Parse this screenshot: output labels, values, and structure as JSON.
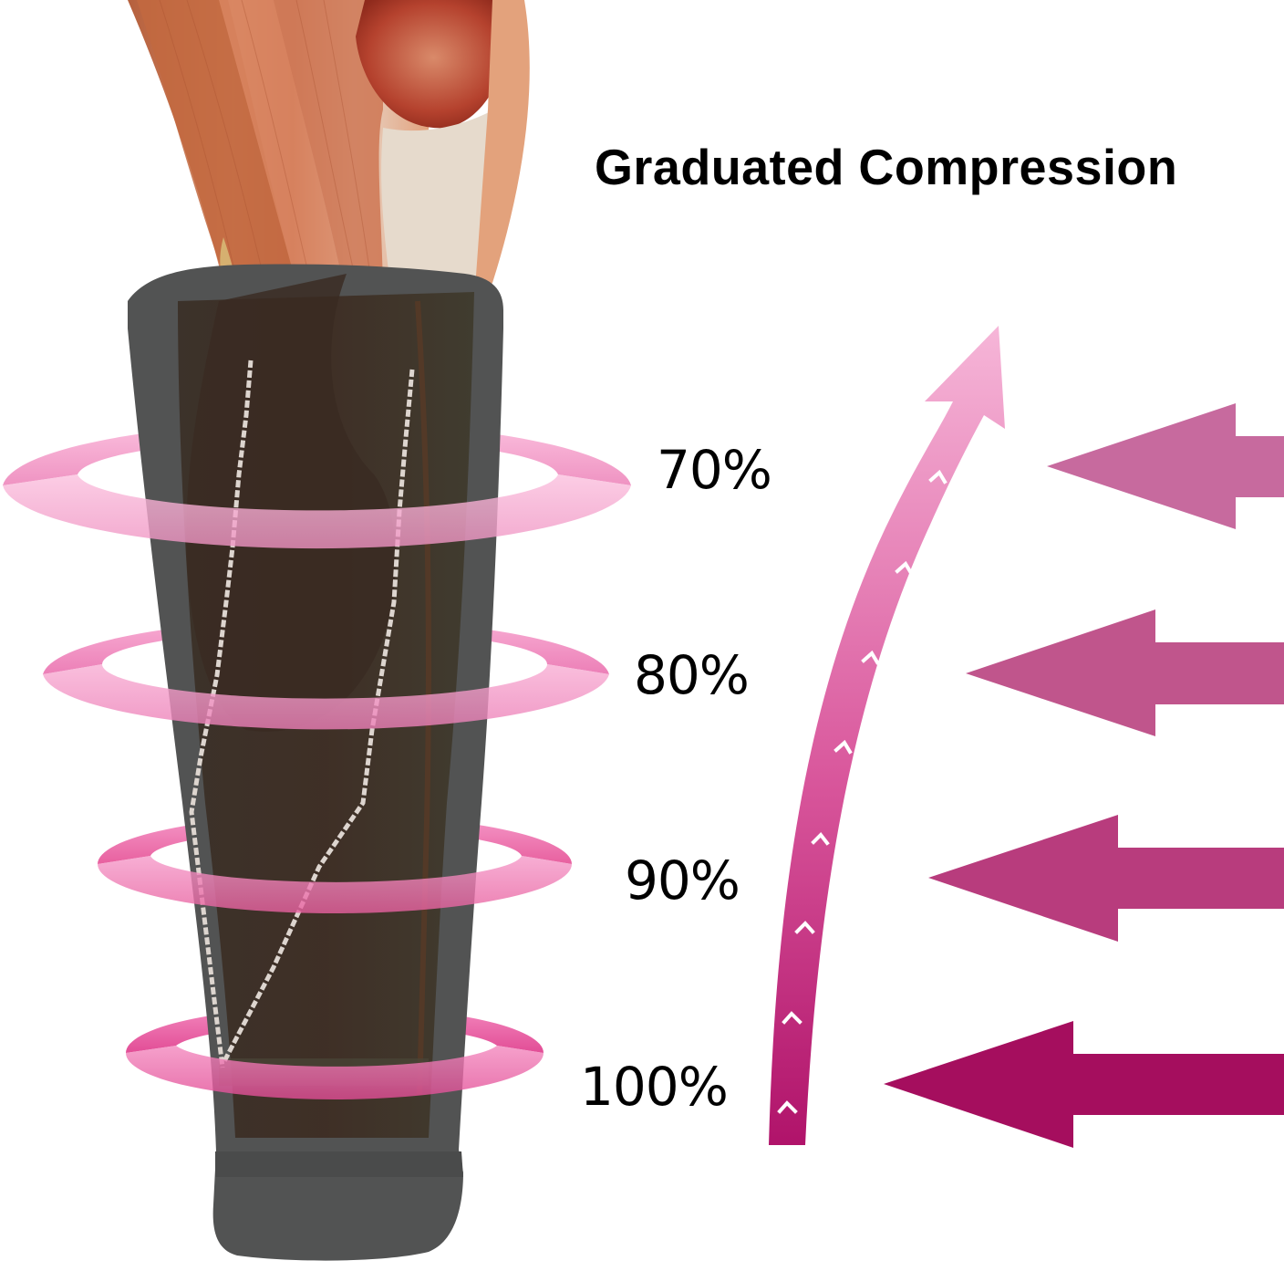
{
  "title": "Graduated Compression",
  "levels": [
    {
      "label": "70%",
      "ring_color": "#f7a9d0",
      "arrow_color": "#c76a9e"
    },
    {
      "label": "80%",
      "ring_color": "#f292c3",
      "arrow_color": "#c0558c"
    },
    {
      "label": "90%",
      "ring_color": "#ee79b4",
      "arrow_color": "#b83c7d"
    },
    {
      "label": "100%",
      "ring_color": "#ea5ea6",
      "arrow_color": "#a50e5e"
    }
  ],
  "graphics": {
    "leg": "anatomical-knee-calf-muscles",
    "sleeve": "black-compression-calf-sleeve",
    "rising_arrow": {
      "top_color": "#f6b6d8",
      "bottom_color": "#b0136a",
      "chevron_count": 8
    }
  }
}
